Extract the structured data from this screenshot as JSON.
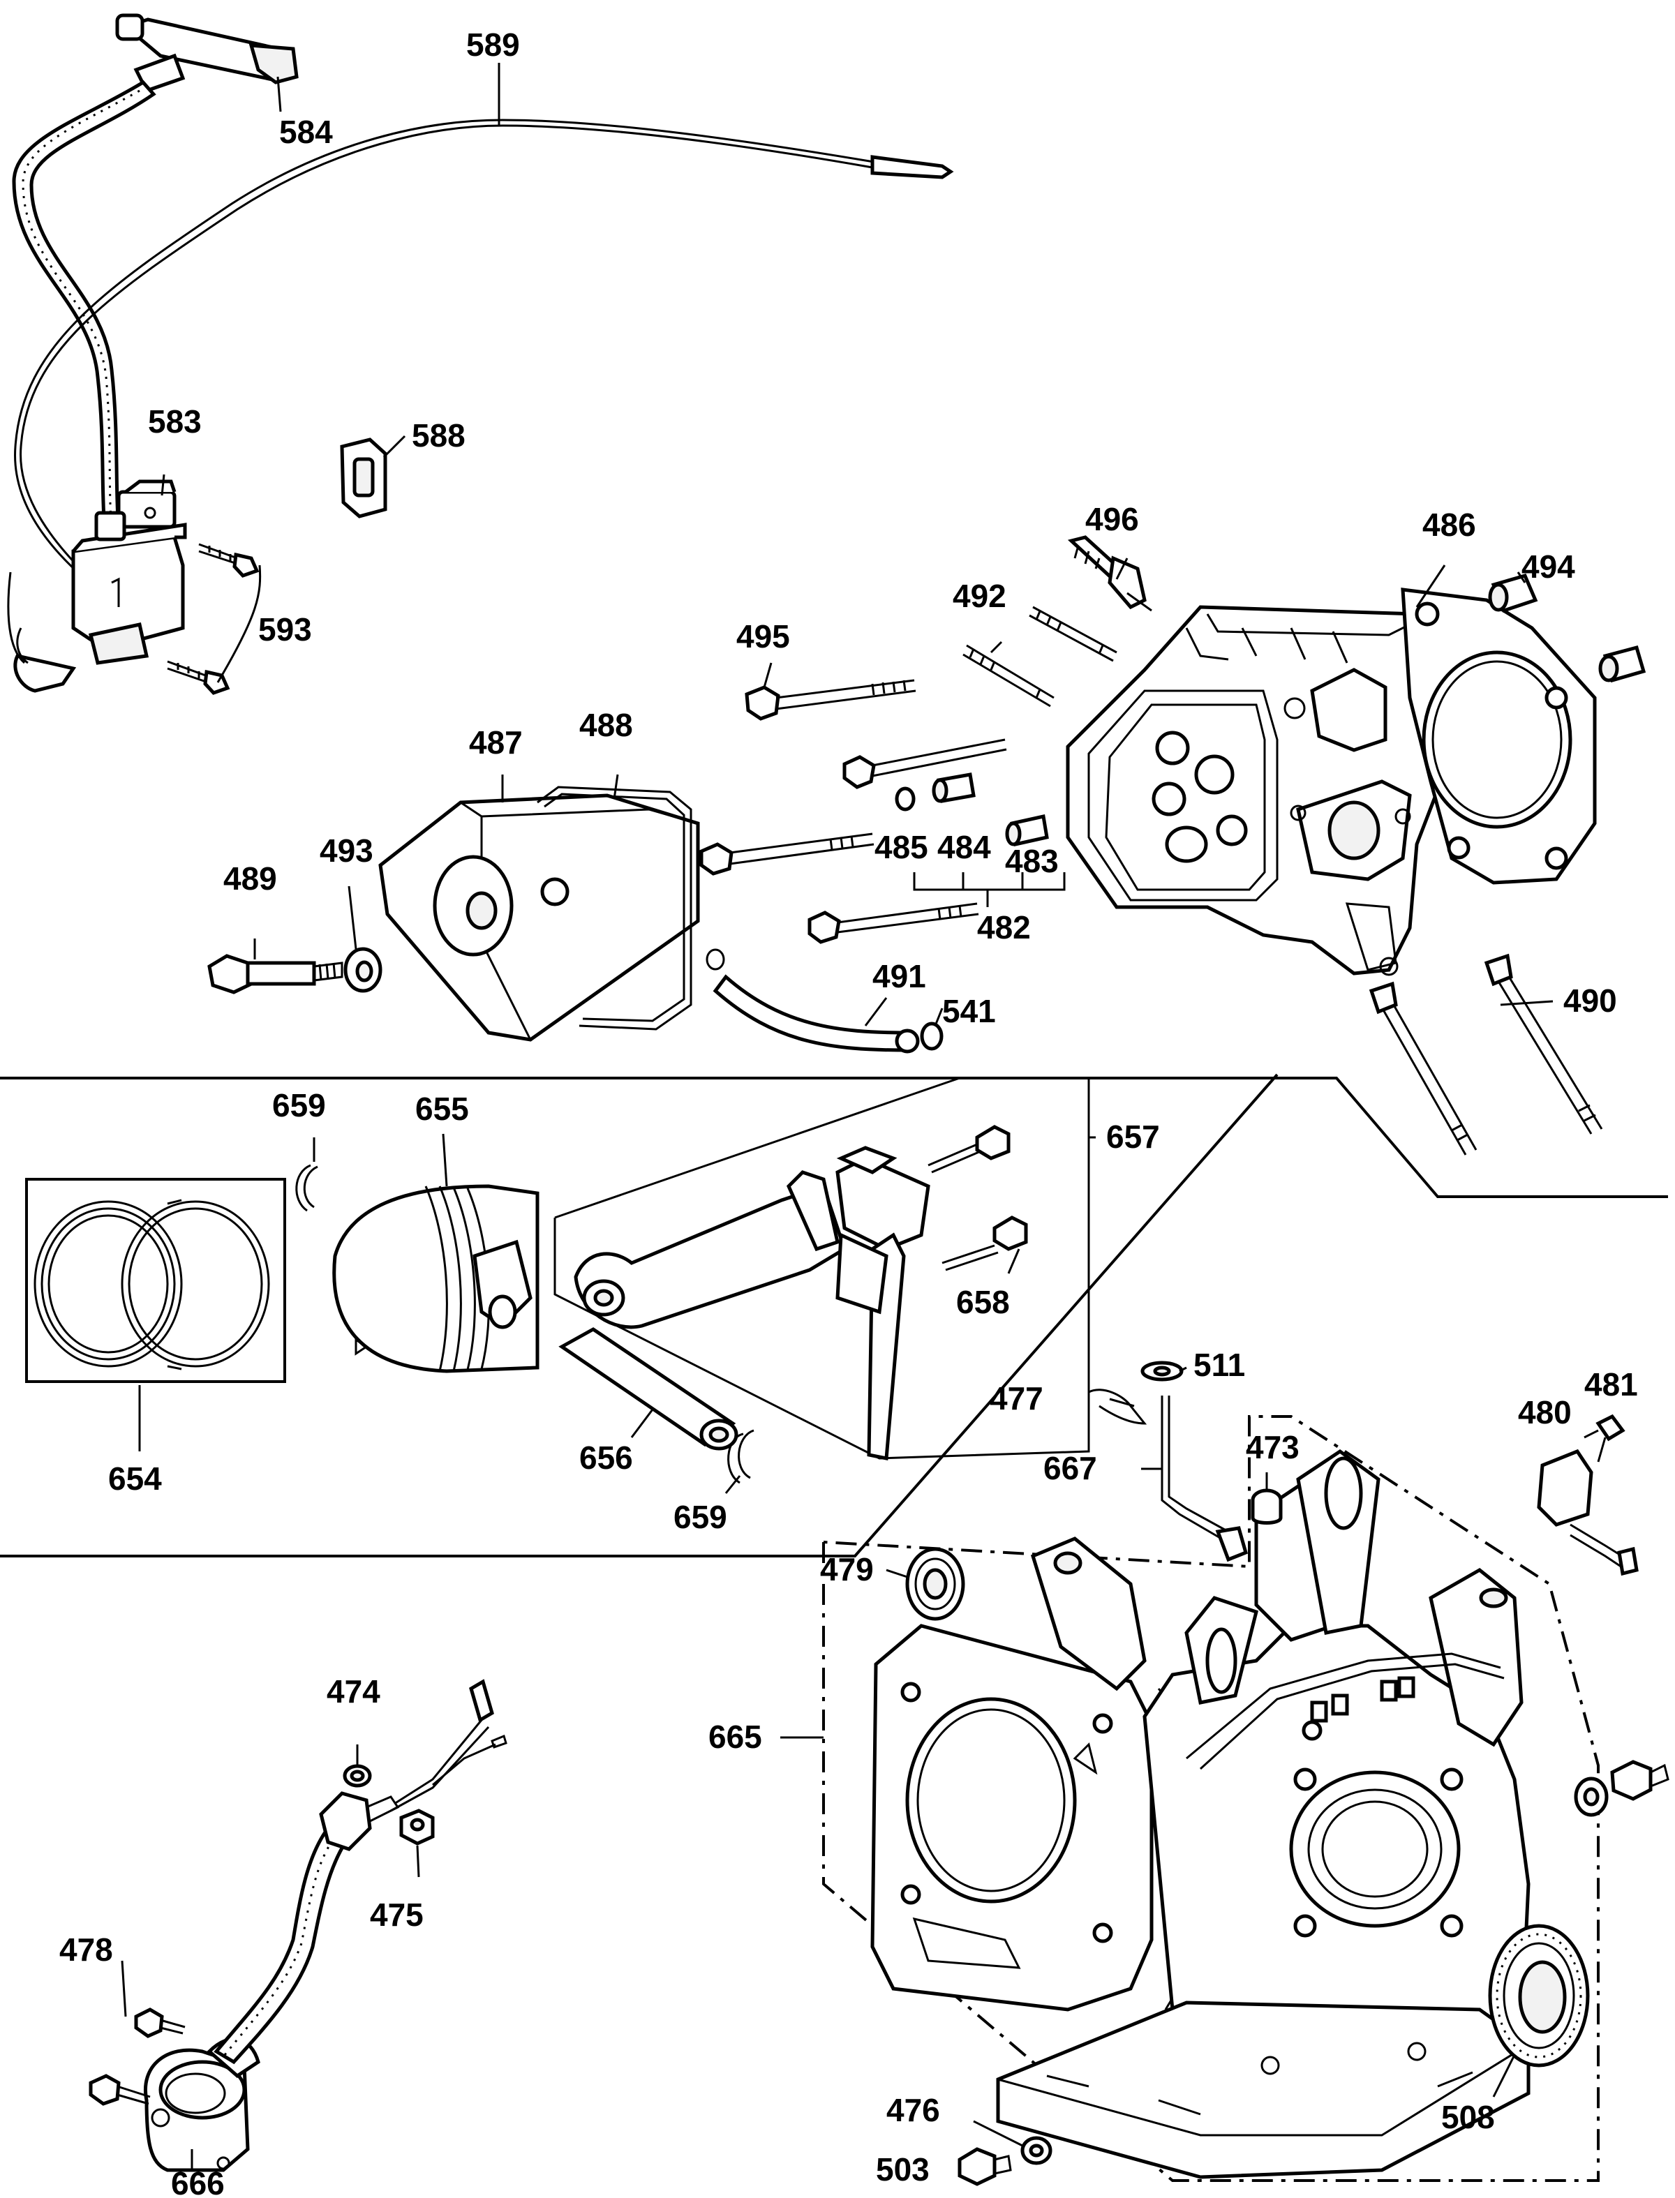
{
  "callouts": {
    "c584": "584",
    "c589": "589",
    "c583": "583",
    "c588": "588",
    "c593": "593",
    "c496": "496",
    "c486": "486",
    "c494": "494",
    "c492": "492",
    "c495": "495",
    "c487": "487",
    "c488": "488",
    "c489": "489",
    "c493": "493",
    "c485": "485",
    "c484": "484",
    "c483": "483",
    "c482": "482",
    "c491": "491",
    "c541": "541",
    "c490": "490",
    "c659a": "659",
    "c655": "655",
    "c657": "657",
    "c658": "658",
    "c654": "654",
    "c656": "656",
    "c659b": "659",
    "c511": "511",
    "c477": "477",
    "c667": "667",
    "c473": "473",
    "c480": "480",
    "c481": "481",
    "c479": "479",
    "c665": "665",
    "c474": "474",
    "c475": "475",
    "c478": "478",
    "c666": "666",
    "c476": "476",
    "c503": "503",
    "c508": "508"
  },
  "colors": {
    "ink": "#000000",
    "paper": "#ffffff"
  }
}
